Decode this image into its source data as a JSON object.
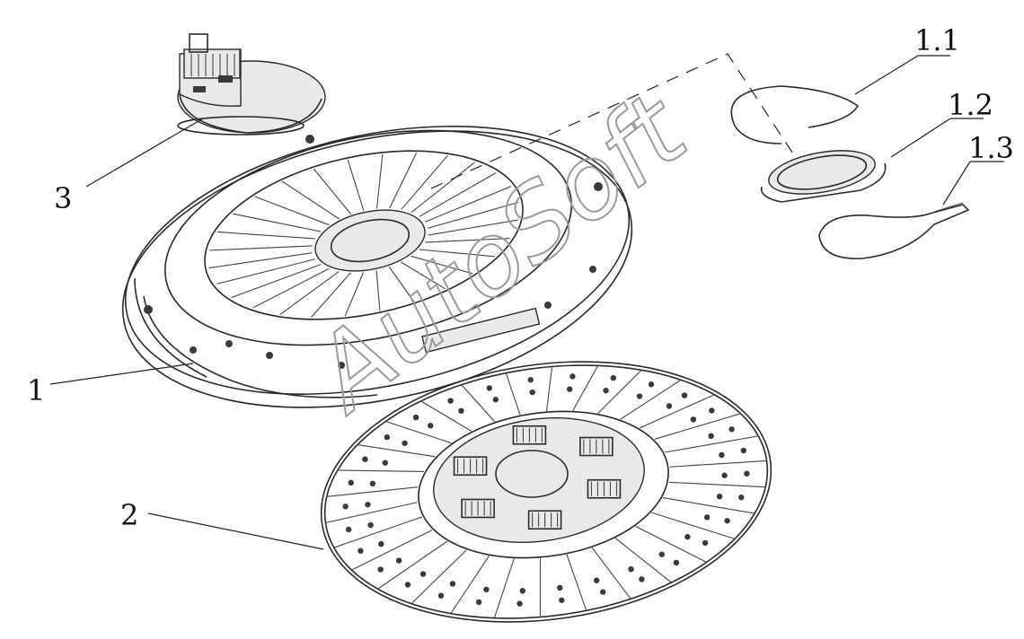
{
  "labels": {
    "part_1": "1",
    "part_1_1": "1.1",
    "part_1_2": "1.2",
    "part_1_3": "1.3",
    "part_2": "2",
    "part_3": "3"
  },
  "watermark": "AutoSoft"
}
